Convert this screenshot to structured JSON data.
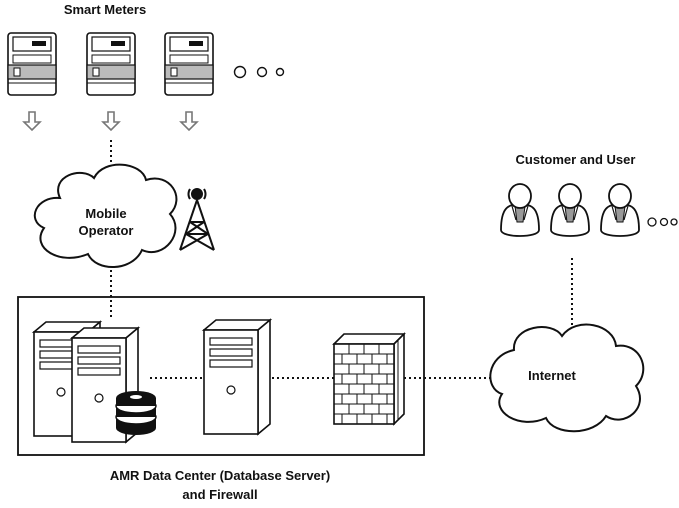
{
  "smart_meters": {
    "title": "Smart Meters"
  },
  "customer": {
    "title": "Customer and User"
  },
  "mobile_operator": {
    "line1": "Mobile",
    "line2": "Operator"
  },
  "internet": {
    "label": "Internet"
  },
  "data_center": {
    "line1": "AMR Data Center (Database Server)",
    "line2": "and Firewall"
  },
  "colors": {
    "stroke": "#111111",
    "fill": "#ffffff",
    "gray": "#bbbbbb",
    "arrow": "#777777"
  }
}
